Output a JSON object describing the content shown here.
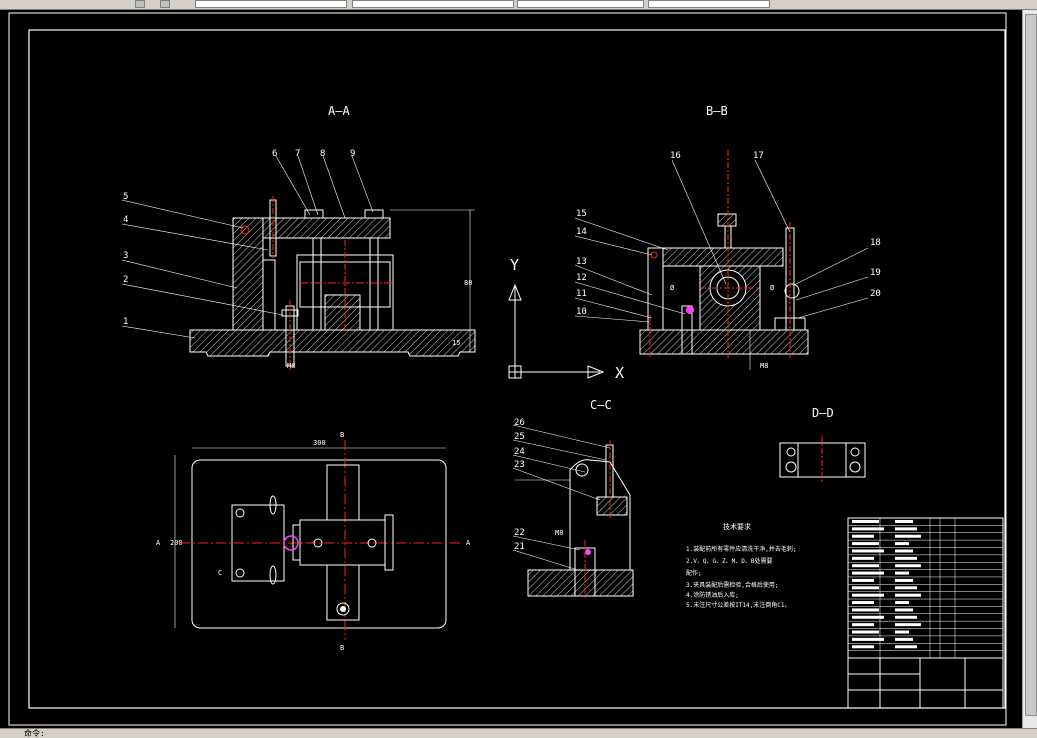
{
  "window": {
    "status_text": "命令:"
  },
  "colors": {
    "background": "#000000",
    "line": "#ffffff",
    "center_line": "#ff2020",
    "hatch": "#ffffff",
    "accent": "#ff40ff"
  },
  "views": {
    "aa": {
      "title": "A—A"
    },
    "bb": {
      "title": "B—B"
    },
    "cc": {
      "title": "C—C"
    },
    "dd": {
      "title": "D—D"
    }
  },
  "balloons": {
    "aa": [
      "1",
      "2",
      "3",
      "4",
      "5",
      "6",
      "7",
      "8",
      "9"
    ],
    "bb": [
      "10",
      "11",
      "12",
      "13",
      "14",
      "15",
      "16",
      "17",
      "18",
      "19",
      "20"
    ],
    "cc": [
      "21",
      "22",
      "23",
      "24",
      "25",
      "26"
    ]
  },
  "dims": {
    "aa_height": "80",
    "aa_base": "15",
    "aa_bolt": "M8",
    "plan_width": "300",
    "plan_height": "200",
    "plan_section_top": "B",
    "plan_section_bottom": "B",
    "plan_side_left": "A",
    "plan_side_right": "A",
    "plan_c_mark": "C",
    "bb_left": "Ø",
    "bb_right": "Ø",
    "bb_bottom": "M8",
    "cc_dim": "M8"
  },
  "axes": {
    "y_label": "Y",
    "x_label": "X"
  },
  "notes": {
    "title": "技术要求",
    "lines": [
      "1.装配前所有零件应清洗干净,并去毛刺;",
      "2.V、Q、G、Z、M、D、B处需要",
      "配作;",
      "3.夹具装配后需检验,合格后使用;",
      "4.涂防锈油后入库;",
      "5.未注尺寸公差按IT14,未注倒角C1。"
    ]
  },
  "title_block": {
    "rows": 19
  }
}
